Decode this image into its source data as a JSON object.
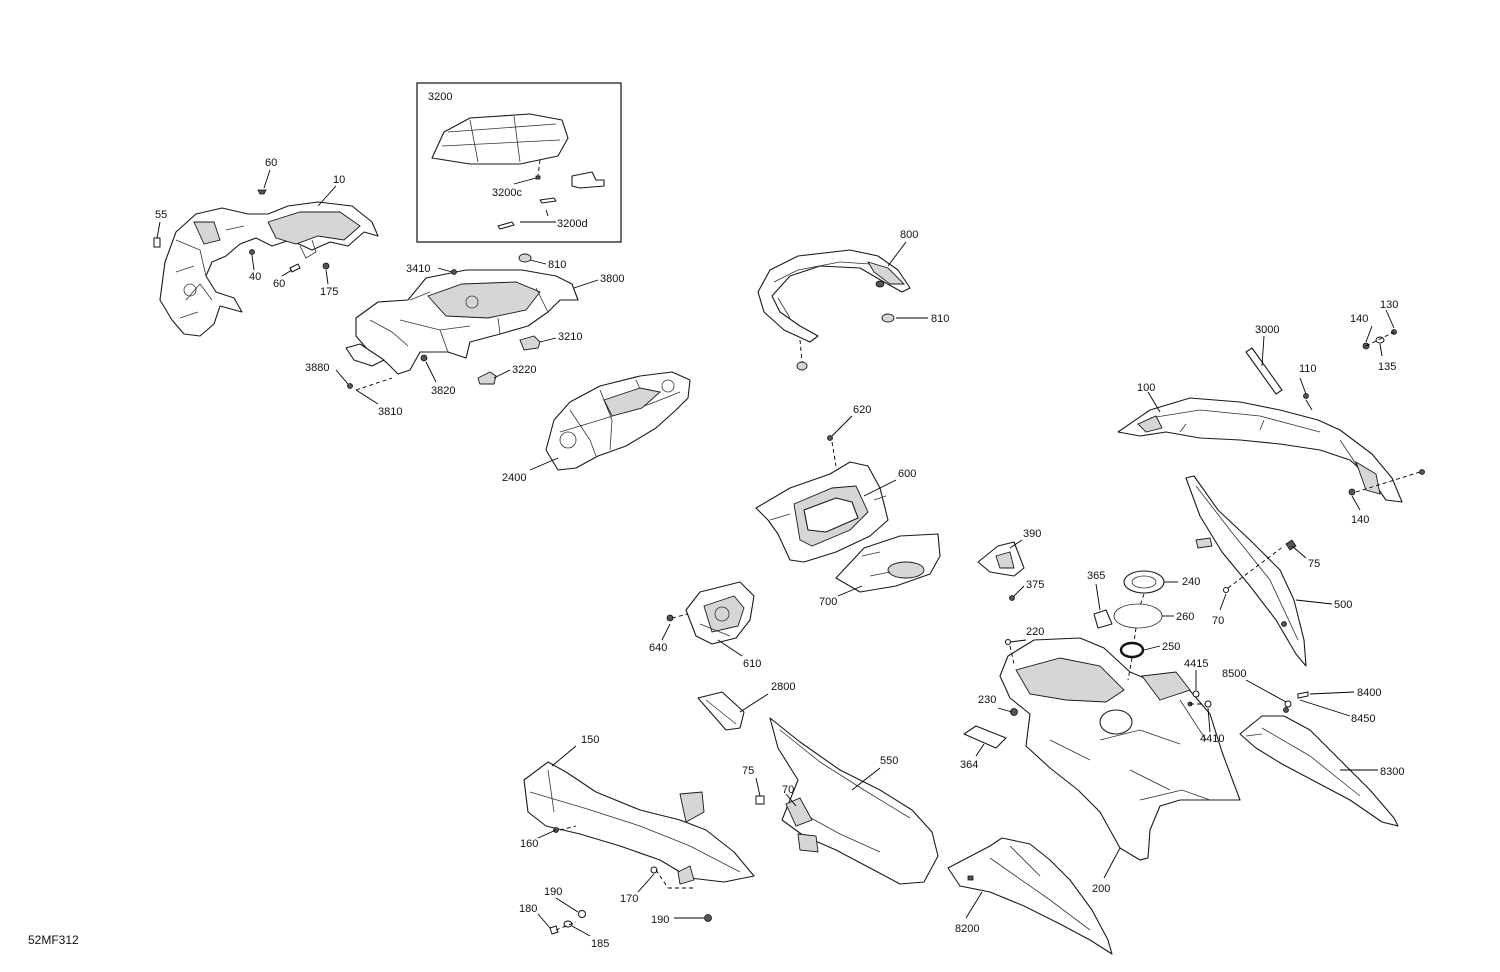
{
  "diagram": {
    "code": "52MF312",
    "callouts": [
      {
        "id": "c-60a",
        "text": "60"
      },
      {
        "id": "c-10",
        "text": "10"
      },
      {
        "id": "c-55",
        "text": "55"
      },
      {
        "id": "c-40",
        "text": "40"
      },
      {
        "id": "c-60b",
        "text": "60"
      },
      {
        "id": "c-175",
        "text": "175"
      },
      {
        "id": "c-3200",
        "text": "3200"
      },
      {
        "id": "c-3200c",
        "text": "3200c"
      },
      {
        "id": "c-3200d",
        "text": "3200d"
      },
      {
        "id": "c-3410",
        "text": "3410"
      },
      {
        "id": "c-810a",
        "text": "810"
      },
      {
        "id": "c-3800",
        "text": "3800"
      },
      {
        "id": "c-3210",
        "text": "3210"
      },
      {
        "id": "c-3880",
        "text": "3880"
      },
      {
        "id": "c-3220",
        "text": "3220"
      },
      {
        "id": "c-3820",
        "text": "3820"
      },
      {
        "id": "c-3810",
        "text": "3810"
      },
      {
        "id": "c-2400",
        "text": "2400"
      },
      {
        "id": "c-800",
        "text": "800"
      },
      {
        "id": "c-810b",
        "text": "810"
      },
      {
        "id": "c-620",
        "text": "620"
      },
      {
        "id": "c-600",
        "text": "600"
      },
      {
        "id": "c-700",
        "text": "700"
      },
      {
        "id": "c-640",
        "text": "640"
      },
      {
        "id": "c-610",
        "text": "610"
      },
      {
        "id": "c-2800",
        "text": "2800"
      },
      {
        "id": "c-150",
        "text": "150"
      },
      {
        "id": "c-160",
        "text": "160"
      },
      {
        "id": "c-75a",
        "text": "75"
      },
      {
        "id": "c-70a",
        "text": "70"
      },
      {
        "id": "c-550",
        "text": "550"
      },
      {
        "id": "c-170",
        "text": "170"
      },
      {
        "id": "c-190a",
        "text": "190"
      },
      {
        "id": "c-180",
        "text": "180"
      },
      {
        "id": "c-185",
        "text": "185"
      },
      {
        "id": "c-190b",
        "text": "190"
      },
      {
        "id": "c-390",
        "text": "390"
      },
      {
        "id": "c-375",
        "text": "375"
      },
      {
        "id": "c-365",
        "text": "365"
      },
      {
        "id": "c-240",
        "text": "240"
      },
      {
        "id": "c-260",
        "text": "260"
      },
      {
        "id": "c-250",
        "text": "250"
      },
      {
        "id": "c-220",
        "text": "220"
      },
      {
        "id": "c-230",
        "text": "230"
      },
      {
        "id": "c-364",
        "text": "364"
      },
      {
        "id": "c-200",
        "text": "200"
      },
      {
        "id": "c-8200",
        "text": "8200"
      },
      {
        "id": "c-3000",
        "text": "3000"
      },
      {
        "id": "c-140a",
        "text": "140"
      },
      {
        "id": "c-130",
        "text": "130"
      },
      {
        "id": "c-135",
        "text": "135"
      },
      {
        "id": "c-110",
        "text": "110"
      },
      {
        "id": "c-100",
        "text": "100"
      },
      {
        "id": "c-140b",
        "text": "140"
      },
      {
        "id": "c-75b",
        "text": "75"
      },
      {
        "id": "c-70b",
        "text": "70"
      },
      {
        "id": "c-500",
        "text": "500"
      },
      {
        "id": "c-4415",
        "text": "4415"
      },
      {
        "id": "c-8500",
        "text": "8500"
      },
      {
        "id": "c-8400",
        "text": "8400"
      },
      {
        "id": "c-8450",
        "text": "8450"
      },
      {
        "id": "c-4410",
        "text": "4410"
      },
      {
        "id": "c-8300",
        "text": "8300"
      }
    ]
  }
}
